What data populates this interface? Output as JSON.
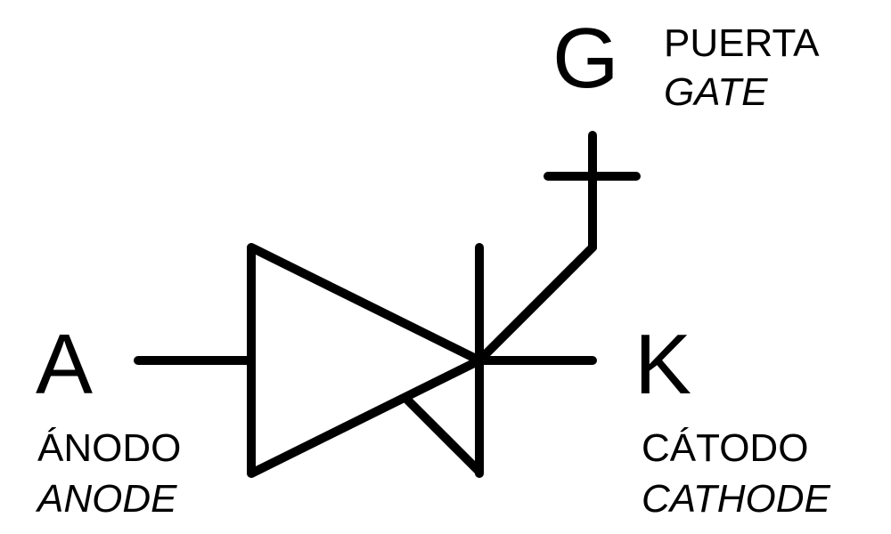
{
  "terminals": {
    "anode": {
      "symbol": "A",
      "label_es": "ÁNODO",
      "label_en": "ANODE"
    },
    "cathode": {
      "symbol": "K",
      "label_es": "CÁTODO",
      "label_en": "CATHODE"
    },
    "gate": {
      "symbol": "G",
      "label_es": "PUERTA",
      "label_en": "GATE"
    }
  },
  "colors": {
    "line": "#000000",
    "background": "#ffffff"
  }
}
